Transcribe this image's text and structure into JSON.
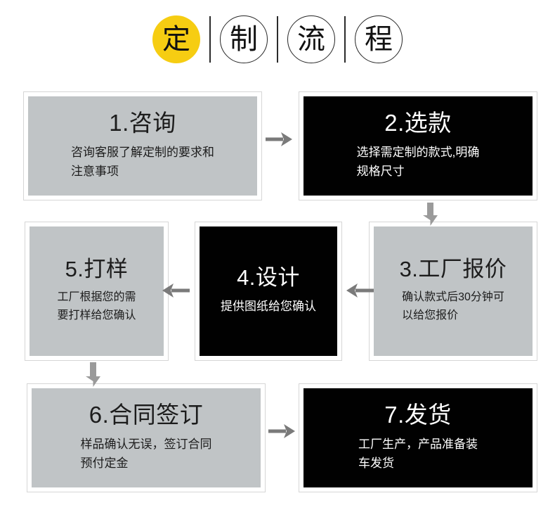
{
  "header": {
    "chars": [
      {
        "text": "定",
        "style": "filled"
      },
      {
        "text": "制",
        "style": "outlined"
      },
      {
        "text": "流",
        "style": "outlined"
      },
      {
        "text": "程",
        "style": "outlined"
      }
    ],
    "full_title": "定制流程"
  },
  "colors": {
    "accent_yellow": "#f6cd12",
    "box_gray": "#c0c4c6",
    "box_black": "#010101",
    "border_gray": "#d6d6d6",
    "arrow_gray": "#7a7a7a"
  },
  "steps": [
    {
      "id": "step-1",
      "title": "1.咨询",
      "desc": "咨询客服了解定制的要求和\n注意事项",
      "theme": "gray"
    },
    {
      "id": "step-2",
      "title": "2.选款",
      "desc": "选择需定制的款式,明确\n规格尺寸",
      "theme": "dark"
    },
    {
      "id": "step-3",
      "title": "3.工厂报价",
      "desc": "确认款式后30分钟可\n以给您报价",
      "theme": "gray"
    },
    {
      "id": "step-4",
      "title": "4.设计",
      "desc": "提供图纸给您确认",
      "theme": "dark"
    },
    {
      "id": "step-5",
      "title": "5.打样",
      "desc": "工厂根据您的需\n要打样给您确认",
      "theme": "gray"
    },
    {
      "id": "step-6",
      "title": "6.合同签订",
      "desc": "样品确认无误，签订合同\n预付定金",
      "theme": "gray"
    },
    {
      "id": "step-7",
      "title": "7.发货",
      "desc": "工厂生产，产品准备装\n车发货",
      "theme": "dark"
    }
  ],
  "arrows": [
    {
      "id": "arrow-1-2",
      "from": "step-1",
      "to": "step-2",
      "direction": "right"
    },
    {
      "id": "arrow-2-3",
      "from": "step-2",
      "to": "step-3",
      "direction": "down"
    },
    {
      "id": "arrow-3-4",
      "from": "step-3",
      "to": "step-4",
      "direction": "left"
    },
    {
      "id": "arrow-4-5",
      "from": "step-4",
      "to": "step-5",
      "direction": "left"
    },
    {
      "id": "arrow-5-6",
      "from": "step-5",
      "to": "step-6",
      "direction": "down"
    },
    {
      "id": "arrow-6-7",
      "from": "step-6",
      "to": "step-7",
      "direction": "right"
    }
  ]
}
